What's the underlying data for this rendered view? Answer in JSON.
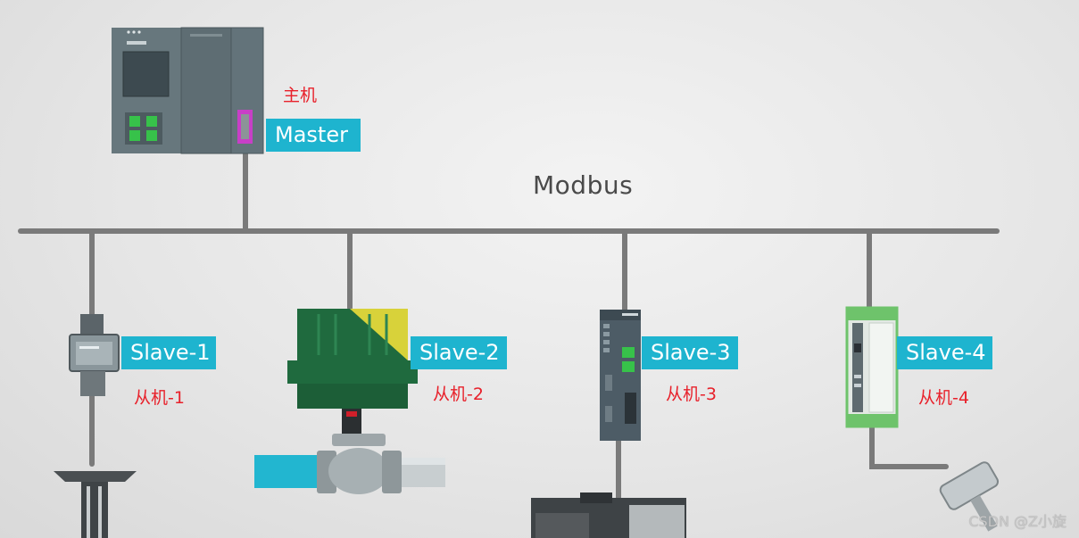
{
  "bus": {
    "title": "Modbus"
  },
  "master": {
    "label": "Master",
    "cn_label": "主机"
  },
  "slaves": [
    {
      "label": "Slave-1",
      "cn_label": "从机-1"
    },
    {
      "label": "Slave-2",
      "cn_label": "从机-2"
    },
    {
      "label": "Slave-3",
      "cn_label": "从机-3"
    },
    {
      "label": "Slave-4",
      "cn_label": "从机-4"
    }
  ],
  "watermark": "CSDN @Z小旋",
  "colors": {
    "label_bg": "#1eb4cf",
    "cn_text": "#e8202a",
    "line": "#7a7a7a"
  }
}
